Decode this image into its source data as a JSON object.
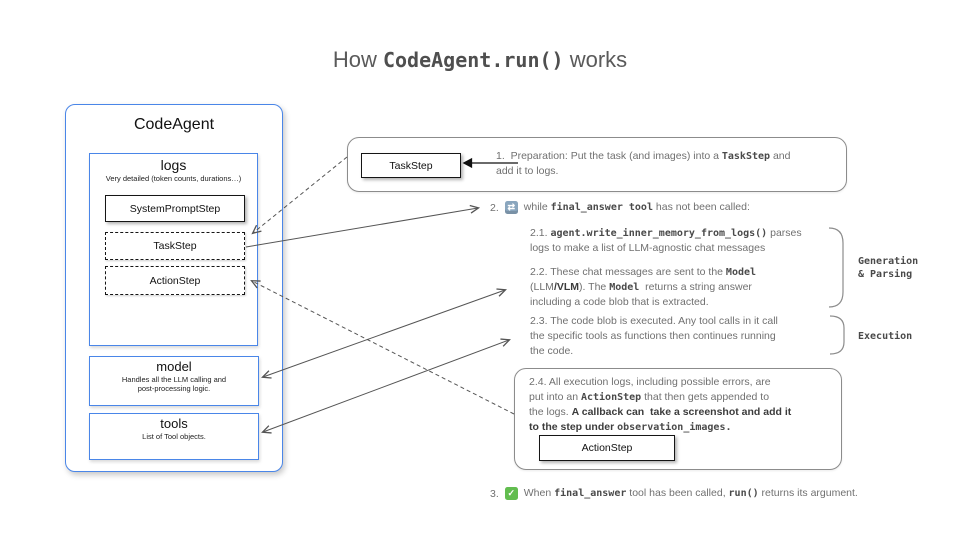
{
  "colors": {
    "accent_blue": "#4a86e8",
    "flow_border_gray": "#8c8c8c",
    "repeat_icon_bg": "#8aa6be",
    "check_icon_bg": "#62bd4f"
  },
  "title": {
    "prefix": "How ",
    "code": "CodeAgent.run()",
    "suffix": " works"
  },
  "agent_panel": {
    "title": "CodeAgent",
    "logs": {
      "title": "logs",
      "subtitle": "Very detailed (token counts, durations…)",
      "steps": [
        "SystemPromptStep",
        "TaskStep",
        "ActionStep"
      ]
    },
    "model": {
      "title": "model",
      "subtitle": "Handles all the LLM calling and\npost-processing logic."
    },
    "tools": {
      "title": "tools",
      "subtitle": "List of Tool objects."
    }
  },
  "flow": {
    "step1": {
      "box_label": "TaskStep",
      "segments": [
        {
          "t": "1.  Preparation: Put the task (and images) into a ",
          "s": "n"
        },
        {
          "t": "TaskStep",
          "s": "c"
        },
        {
          "t": " and\nadd it to logs.",
          "s": "n"
        }
      ]
    },
    "step2": {
      "number": "2.",
      "icon_glyph": "⇄",
      "segments": [
        {
          "t": "while ",
          "s": "n"
        },
        {
          "t": "final_answer tool",
          "s": "c"
        },
        {
          "t": " has not been called:",
          "s": "n"
        }
      ]
    },
    "step21": {
      "segments": [
        {
          "t": "2.1. ",
          "s": "n"
        },
        {
          "t": "agent.write_inner_memory_from_logs()",
          "s": "c"
        },
        {
          "t": " parses\nlogs to make a list of LLM-agnostic chat messages",
          "s": "n"
        }
      ]
    },
    "step22": {
      "segments": [
        {
          "t": "2.2. These chat messages are sent to the ",
          "s": "n"
        },
        {
          "t": "Model",
          "s": "c"
        },
        {
          "t": "\n(LLM",
          "s": "n"
        },
        {
          "t": "/VLM",
          "s": "b"
        },
        {
          "t": "). The ",
          "s": "n"
        },
        {
          "t": "Model",
          "s": "c"
        },
        {
          "t": "  returns a string answer\nincluding a code blob that is extracted.",
          "s": "n"
        }
      ]
    },
    "label_generation": "Generation\n& Parsing",
    "step23": {
      "segments": [
        {
          "t": "2.3. The code blob is executed. Any tool calls in it call\nthe specific tools as functions then continues running\nthe code.",
          "s": "n"
        }
      ]
    },
    "label_execution": "Execution",
    "step24": {
      "box_label": "ActionStep",
      "segments": [
        {
          "t": "2.4. All execution logs, including possible errors, are\nput into an ",
          "s": "n"
        },
        {
          "t": "ActionStep",
          "s": "c"
        },
        {
          "t": " that then gets appended to\nthe logs. ",
          "s": "n"
        },
        {
          "t": "A callback can  take a screenshot and add it\nto the step under ",
          "s": "b"
        },
        {
          "t": "observation_images.",
          "s": "c"
        }
      ]
    },
    "step3": {
      "number": "3.",
      "icon_glyph": "✓",
      "segments": [
        {
          "t": "When ",
          "s": "n"
        },
        {
          "t": "final_answer",
          "s": "c"
        },
        {
          "t": " tool has been called, ",
          "s": "n"
        },
        {
          "t": "run()",
          "s": "c"
        },
        {
          "t": " returns its argument.",
          "s": "n"
        }
      ]
    }
  }
}
